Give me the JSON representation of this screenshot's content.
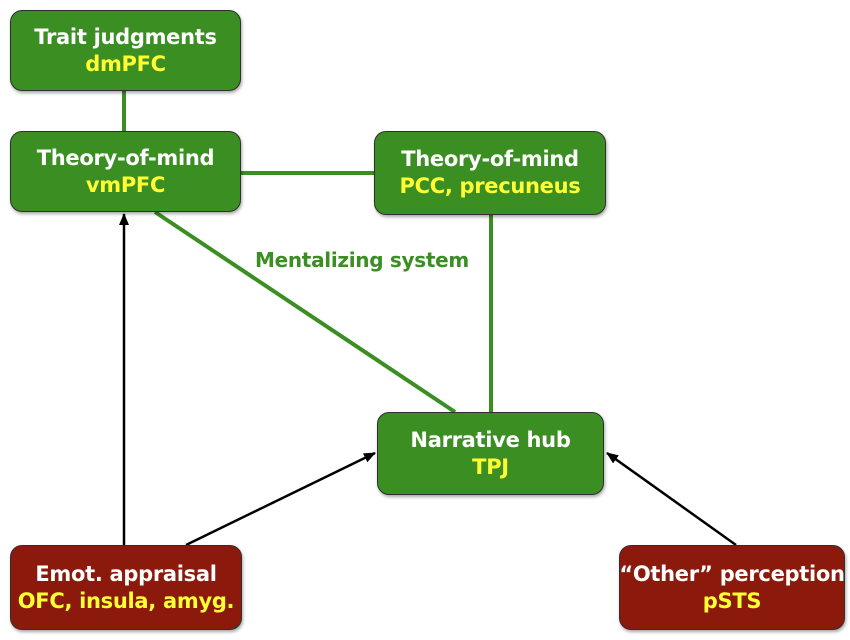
{
  "colors": {
    "green_node": "#3a8e22",
    "red_node": "#8b1a0c",
    "region_text": "#ffff33",
    "mentalizing_link": "#3a8e22",
    "input_arrow": "#000000"
  },
  "nodes": {
    "trait": {
      "title": "Trait judgments",
      "region": "dmPFC"
    },
    "vmpfc": {
      "title": "Theory-of-mind",
      "region": "vmPFC"
    },
    "pcc": {
      "title": "Theory-of-mind",
      "region": "PCC, precuneus"
    },
    "tpj": {
      "title": "Narrative hub",
      "region": "TPJ"
    },
    "emot": {
      "title": "Emot. appraisal",
      "region": "OFC, insula, amyg."
    },
    "other": {
      "title": "“Other” perception",
      "region": "pSTS"
    }
  },
  "system_label": "Mentalizing system"
}
